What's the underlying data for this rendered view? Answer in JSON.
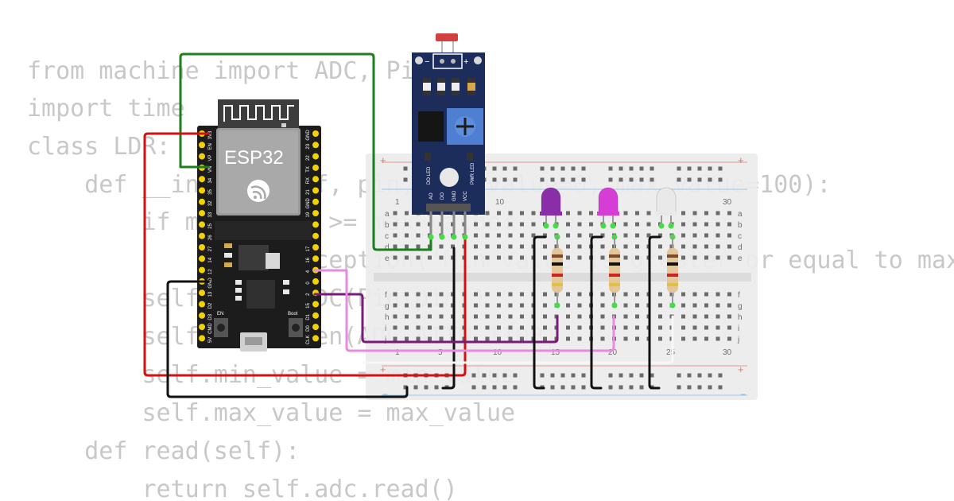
{
  "code": {
    "lines": [
      "from machine import ADC, Pin",
      "import time",
      "class LDR:",
      "    def __init__(self, pin, min_value=0, max_value=100):",
      "        if min_value >= max_value:",
      "            raise Exception('Min value is greater or equal to max value')",
      "        self.adc = ADC(Pin(pin))",
      "        self.adc.atten(ADC.ATTN_11DB)",
      "        self.min_value = min_value",
      "        self.max_value = max_value",
      "    def read(self):",
      "        return self.adc.read()"
    ]
  },
  "esp32": {
    "chip_label": "ESP32",
    "left_pins": [
      "3V3",
      "EN",
      "VP",
      "VN",
      "34",
      "35",
      "32",
      "33",
      "25",
      "26",
      "27",
      "14",
      "12",
      "GND",
      "13",
      "D2",
      "D3",
      "CMD",
      "5V"
    ],
    "right_pins": [
      "GND",
      "23",
      "22",
      "TX",
      "RX",
      "21",
      "GND",
      "19",
      "18",
      "5",
      "17",
      "16",
      "4",
      "0",
      "2",
      "15",
      "D1",
      "D0",
      "CLK"
    ],
    "btn_left": "EN",
    "btn_right": "Boot"
  },
  "ldr_module": {
    "top_minus": "−",
    "top_plus": "+",
    "pins": [
      "AO",
      "DO",
      "GND",
      "VCC"
    ],
    "led1": "DO LED",
    "led2": "PWR LED"
  },
  "breadboard": {
    "col_numbers": [
      "1",
      "5",
      "10",
      "15",
      "20",
      "25",
      "30"
    ],
    "rows_top": [
      "a",
      "b",
      "c",
      "d",
      "e"
    ],
    "rows_bottom": [
      "f",
      "g",
      "h",
      "i",
      "j"
    ],
    "rail_plus": "+",
    "rail_minus": "−"
  },
  "leds": [
    {
      "name": "led-purple",
      "color": "#8a2da8"
    },
    {
      "name": "led-magenta",
      "color": "#d63cd6"
    },
    {
      "name": "led-white",
      "color": "#e9e9e9"
    }
  ],
  "colors": {
    "wire_green": "#1b7f1b",
    "wire_red": "#d41111",
    "wire_black": "#111111",
    "wire_purple": "#7a1a7a",
    "wire_pink": "#e88be0",
    "wire_white": "#f4f4f4",
    "board": "#1c1c1c",
    "module": "#1d2d5b",
    "breadboard": "#efefef"
  }
}
